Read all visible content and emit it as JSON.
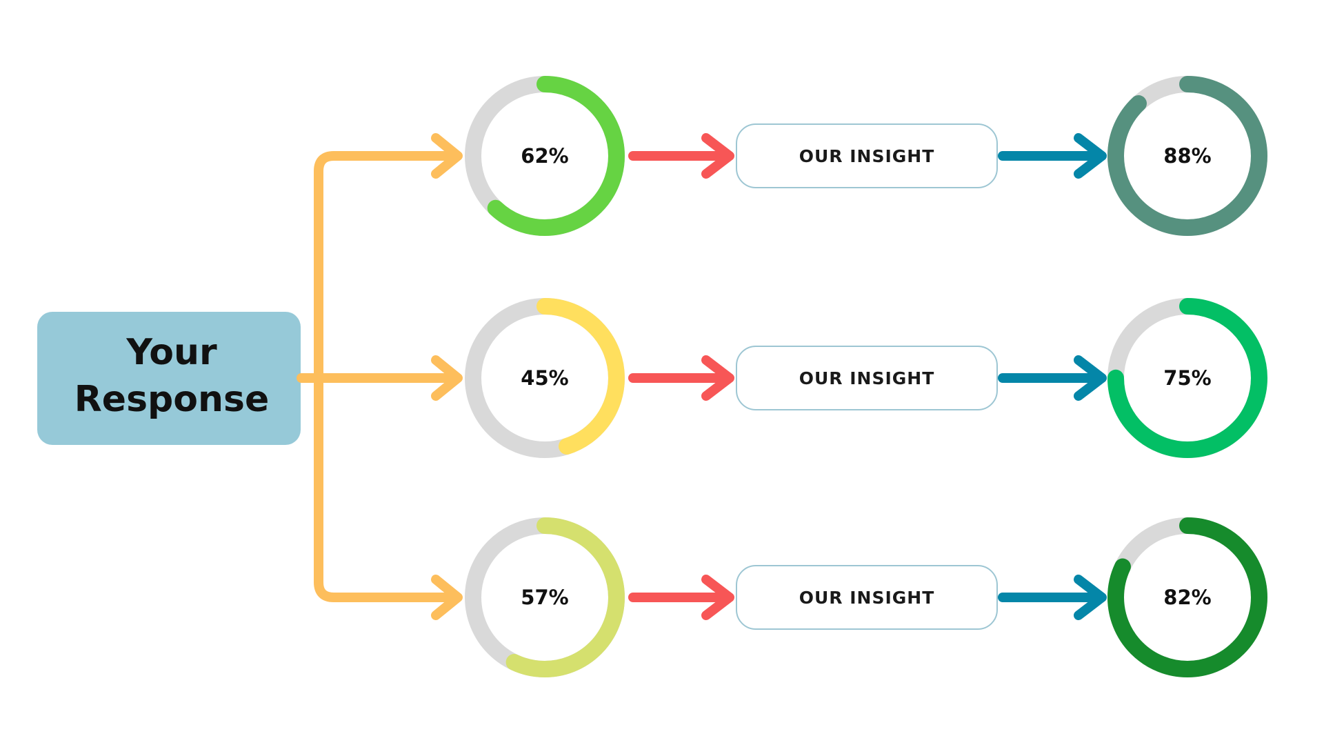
{
  "source": {
    "line1": "Your",
    "line2": "Response",
    "color": "#96C9D8"
  },
  "rows": [
    {
      "left_percent": "62%",
      "left_value": 0.62,
      "left_color": "#66D343",
      "insight_label": "OUR INSIGHT",
      "right_percent": "88%",
      "right_value": 0.88,
      "right_color": "#56917F"
    },
    {
      "left_percent": "45%",
      "left_value": 0.45,
      "left_color": "#FFDF5E",
      "insight_label": "OUR INSIGHT",
      "right_percent": "75%",
      "right_value": 0.75,
      "right_color": "#03BF65"
    },
    {
      "left_percent": "57%",
      "left_value": 0.57,
      "left_color": "#D5E06E",
      "insight_label": "OUR INSIGHT",
      "right_percent": "82%",
      "right_value": 0.82,
      "right_color": "#168B2C"
    }
  ],
  "colors": {
    "branch_arrows": "#FDBE5C",
    "insight_arrows": "#F75656",
    "result_arrows": "#0486A8",
    "ring_track": "#D9D9D9",
    "insight_border": "#9DC6D3"
  }
}
